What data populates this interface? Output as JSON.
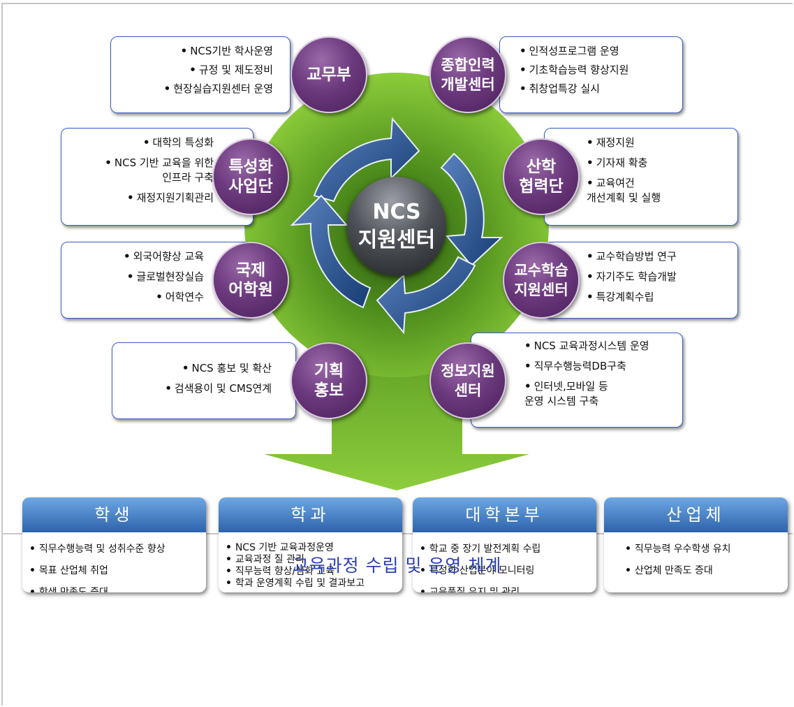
{
  "center": {
    "line1": "NCS",
    "line2": "지원센터"
  },
  "units": [
    {
      "name": "교무부",
      "items": [
        "NCS기반 학사운영",
        "규정  및 제도정비",
        "현장실습지원센터 운영"
      ]
    },
    {
      "name": "종합인력\n개발센터",
      "items": [
        "인적성프로그램 운영",
        "기초학습능력 향상지원",
        "취창업특강 실시"
      ]
    },
    {
      "name": "특성화\n사업단",
      "items": [
        "대학의 특성화",
        "NCS 기반 교육을 위한\n인프라 구축",
        "재정지원기획관리"
      ]
    },
    {
      "name": "산학\n협력단",
      "items": [
        "재정지원",
        "기자재 확충",
        "교육여건\n개선계획 및 실행"
      ]
    },
    {
      "name": "국제\n어학원",
      "items": [
        "외국어향상 교육",
        "글로벌현장실습",
        "어학연수"
      ]
    },
    {
      "name": "교수학습\n지원센터",
      "items": [
        "교수학습방법 연구",
        "자기주도 학습개발",
        "특강계획수립"
      ]
    },
    {
      "name": "기획\n홍보",
      "items": [
        "NCS 홍보 및 확산",
        "검색용이 및 CMS연계"
      ]
    },
    {
      "name": "정보지원\n센터",
      "items": [
        "NCS  교육과정시스템 운영",
        "직무수행능력DB구축",
        "인터넷,모바일 등\n운영 시스템 구축"
      ]
    }
  ],
  "targets": [
    {
      "title": "학생",
      "items": [
        "직무수행능력 및 성취수준 향상",
        "목표 산업체 취업",
        "학생 만족도 증대"
      ]
    },
    {
      "title": "학과",
      "items": [
        "NCS 기반 교육과정운영",
        "교육과정 질 관리",
        "직무능력 향상/심화 교육",
        "학과 운영계획 수립 및 결과보고"
      ]
    },
    {
      "title": "대학본부",
      "items": [
        "학교 중 장기 발전계획 수립",
        "특성화 산업분야 모니터링",
        "교육품질 유지 및 관리"
      ]
    },
    {
      "title": "산업체",
      "items": [
        "직무능력 우수학생 유치",
        "산업체 만족도 증대"
      ]
    }
  ],
  "caption": "교육과정 수립 및 운영 체계",
  "colors": {
    "unit_circle": "#6c3a7e",
    "center_circle": "#3a3d42",
    "green_arrow": "#74b72c",
    "blue_cycle": "#1f4e8a",
    "header_blue": "#3b73bf",
    "caption": "#2a3fb3"
  }
}
